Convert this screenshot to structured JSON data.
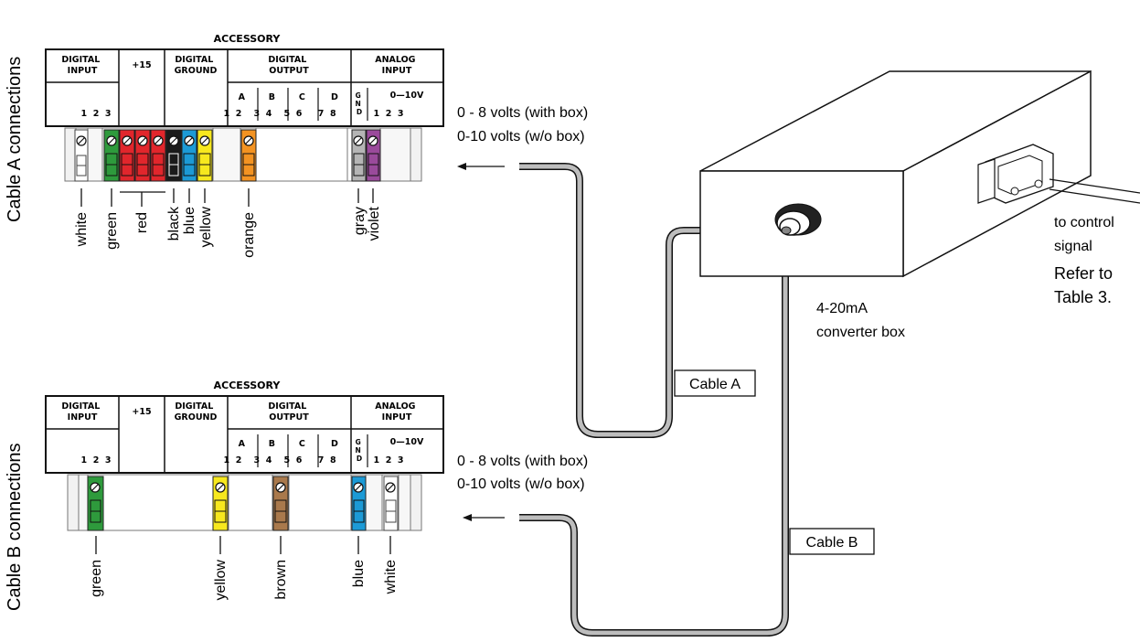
{
  "cable_a_panel": {
    "side_label": "Cable A connections",
    "title": "ACCESSORY",
    "headers": {
      "digital_input": [
        "DIGITAL",
        "INPUT"
      ],
      "plus15": "+15",
      "digital_ground": [
        "DIGITAL",
        "GROUND"
      ],
      "digital_output": [
        "DIGITAL",
        "OUTPUT"
      ],
      "analog_input": [
        "ANALOG",
        "INPUT"
      ]
    },
    "channel_letters": [
      "A",
      "B",
      "C",
      "D"
    ],
    "digital_input_pins": "1  2  3",
    "digital_output_pins": [
      "1  2",
      "3  4",
      "5  6",
      "7  8"
    ],
    "gnd": [
      "G",
      "N",
      "D"
    ],
    "analog_range": "0—10V",
    "analog_pins": "1  2  3",
    "wires": [
      "white",
      "green",
      "red",
      "black",
      "blue",
      "yellow",
      "orange",
      "gray",
      "violet"
    ],
    "voltage": [
      "0 - 8 volts (with box)",
      "0-10 volts (w/o box)"
    ]
  },
  "cable_b_panel": {
    "side_label": "Cable B connections",
    "title": "ACCESSORY",
    "headers": {
      "digital_input": [
        "DIGITAL",
        "INPUT"
      ],
      "plus15": "+15",
      "digital_ground": [
        "DIGITAL",
        "GROUND"
      ],
      "digital_output": [
        "DIGITAL",
        "OUTPUT"
      ],
      "analog_input": [
        "ANALOG",
        "INPUT"
      ]
    },
    "channel_letters": [
      "A",
      "B",
      "C",
      "D"
    ],
    "digital_input_pins": "1  2  3",
    "digital_output_pins": [
      "1  2",
      "3  4",
      "5  6",
      "7  8"
    ],
    "gnd": [
      "G",
      "N",
      "D"
    ],
    "analog_range": "0—10V",
    "analog_pins": "1  2  3",
    "wires": [
      "green",
      "yellow",
      "brown",
      "blue",
      "white"
    ],
    "voltage": [
      "0 - 8 volts (with box)",
      "0-10 volts (w/o box)"
    ]
  },
  "cable_labels": {
    "a": "Cable A",
    "b": "Cable B"
  },
  "converter": {
    "line1": "4-20mA",
    "line2": "converter box"
  },
  "control": {
    "line1": "to control",
    "line2": "signal",
    "refer1": "Refer to",
    "refer2": "Table 3."
  },
  "colors": {
    "white": "#ffffff",
    "green": "#2e9a3c",
    "red": "#e1262c",
    "black": "#1a1a1a",
    "blue": "#1c9ad6",
    "yellow": "#f7e81e",
    "orange": "#f39322",
    "gray": "#b5b5b5",
    "violet": "#9a4a9b",
    "brown": "#a9794c",
    "cable": "#bdbdbd"
  }
}
